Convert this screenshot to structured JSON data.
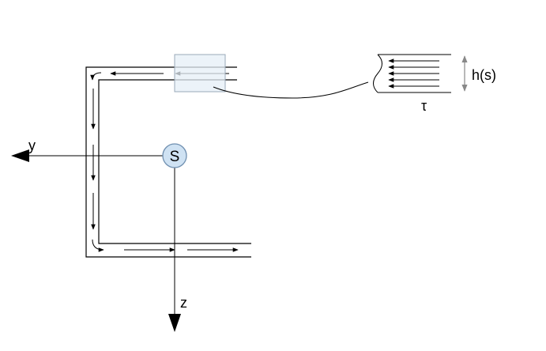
{
  "diagram": {
    "shear_center_label": "S",
    "y_axis_label": "y",
    "z_axis_label": "z",
    "thickness_label": "h(s)",
    "shear_stress_label": "τ",
    "colors": {
      "line": "#000000",
      "shear_center_fill": "#cfe2f3",
      "shear_center_stroke": "#6f8fb0",
      "zoom_box_fill": "#e6eff7",
      "zoom_box_stroke": "#9aa8b8",
      "dimension_arrow": "#888888"
    }
  }
}
